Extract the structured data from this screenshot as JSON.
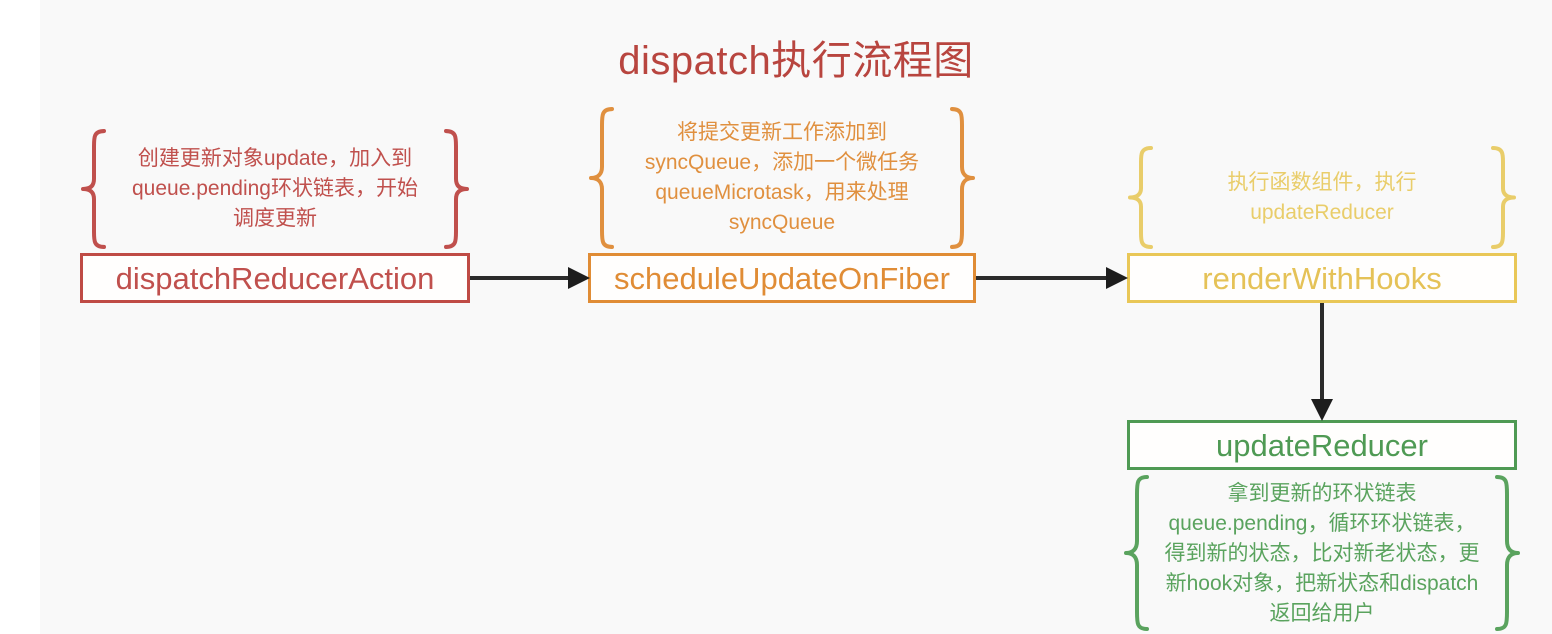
{
  "title": "dispatch执行流程图",
  "theme": {
    "background": "#f9f9f9",
    "page_background": "#ffffff",
    "title_color": "#b8453f",
    "arrow_color": "#2b2b2b",
    "red": "#c0504d",
    "orange": "#e0903f",
    "yellow": "#e9cd6a",
    "green": "#4f9a54"
  },
  "nodes": [
    {
      "id": "dispatch-reducer-action",
      "label": "dispatchReducerAction",
      "color": "#c0504d",
      "annotation": "创建更新对象update，加入到\nqueue.pending环状链表，开始\n调度更新",
      "annotation_position": "above"
    },
    {
      "id": "schedule-update-on-fiber",
      "label": "scheduleUpdateOnFiber",
      "color": "#e0903f",
      "annotation": "将提交更新工作添加到\nsyncQueue，添加一个微任务\nqueueMicrotask，用来处理\nsyncQueue",
      "annotation_position": "above"
    },
    {
      "id": "render-with-hooks",
      "label": "renderWithHooks",
      "color": "#e9cd6a",
      "annotation": "执行函数组件，执行\nupdateReducer",
      "annotation_position": "above"
    },
    {
      "id": "update-reducer",
      "label": "updateReducer",
      "color": "#4f9a54",
      "annotation": "拿到更新的环状链表\nqueue.pending，循环环状链表，\n得到新的状态，比对新老状态，更\n新hook对象，把新状态和dispatch\n返回给用户",
      "annotation_position": "below"
    }
  ],
  "connectors": [
    {
      "id": "arrow-1",
      "from": "dispatch-reducer-action",
      "to": "schedule-update-on-fiber",
      "direction": "right"
    },
    {
      "id": "arrow-2",
      "from": "schedule-update-on-fiber",
      "to": "render-with-hooks",
      "direction": "right"
    },
    {
      "id": "arrow-3",
      "from": "render-with-hooks",
      "to": "update-reducer",
      "direction": "down"
    }
  ]
}
